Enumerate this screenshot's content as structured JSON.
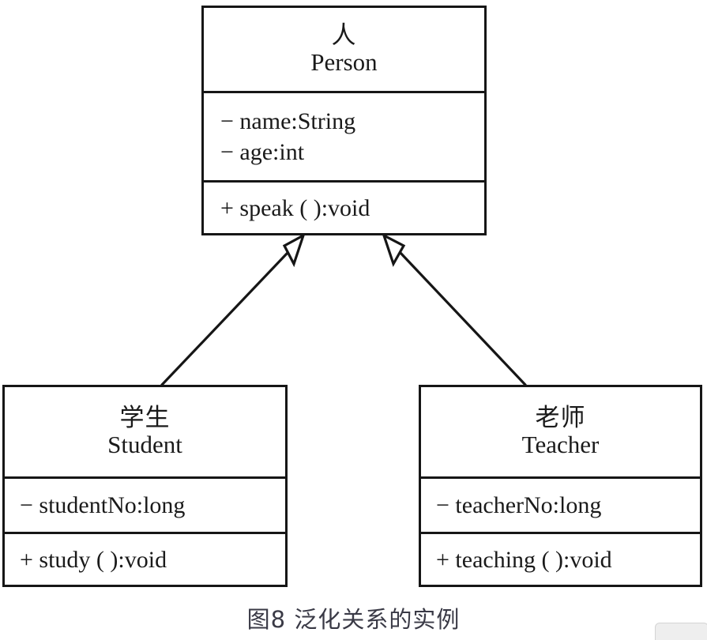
{
  "figure": {
    "caption": "图8 泛化关系的实例",
    "caption_color": "#3a3a46",
    "diagram_type": "uml-class-diagram",
    "relationship": "generalization",
    "line_color": "#161616",
    "background_color": "#ffffff"
  },
  "classes": {
    "person": {
      "name_cn": "人",
      "name_en": "Person",
      "attributes": [
        "− name:String",
        "− age:int"
      ],
      "methods": [
        "+ speak ( ):void"
      ]
    },
    "student": {
      "name_cn": "学生",
      "name_en": "Student",
      "attributes": [
        "− studentNo:long"
      ],
      "methods": [
        "+ study ( ):void"
      ]
    },
    "teacher": {
      "name_cn": "老师",
      "name_en": "Teacher",
      "attributes": [
        "− teacherNo:long"
      ],
      "methods": [
        "+ teaching ( ):void"
      ]
    }
  },
  "relationships": [
    {
      "from": "Student",
      "to": "Person",
      "kind": "generalization",
      "arrow": "hollow-triangle"
    },
    {
      "from": "Teacher",
      "to": "Person",
      "kind": "generalization",
      "arrow": "hollow-triangle"
    }
  ]
}
